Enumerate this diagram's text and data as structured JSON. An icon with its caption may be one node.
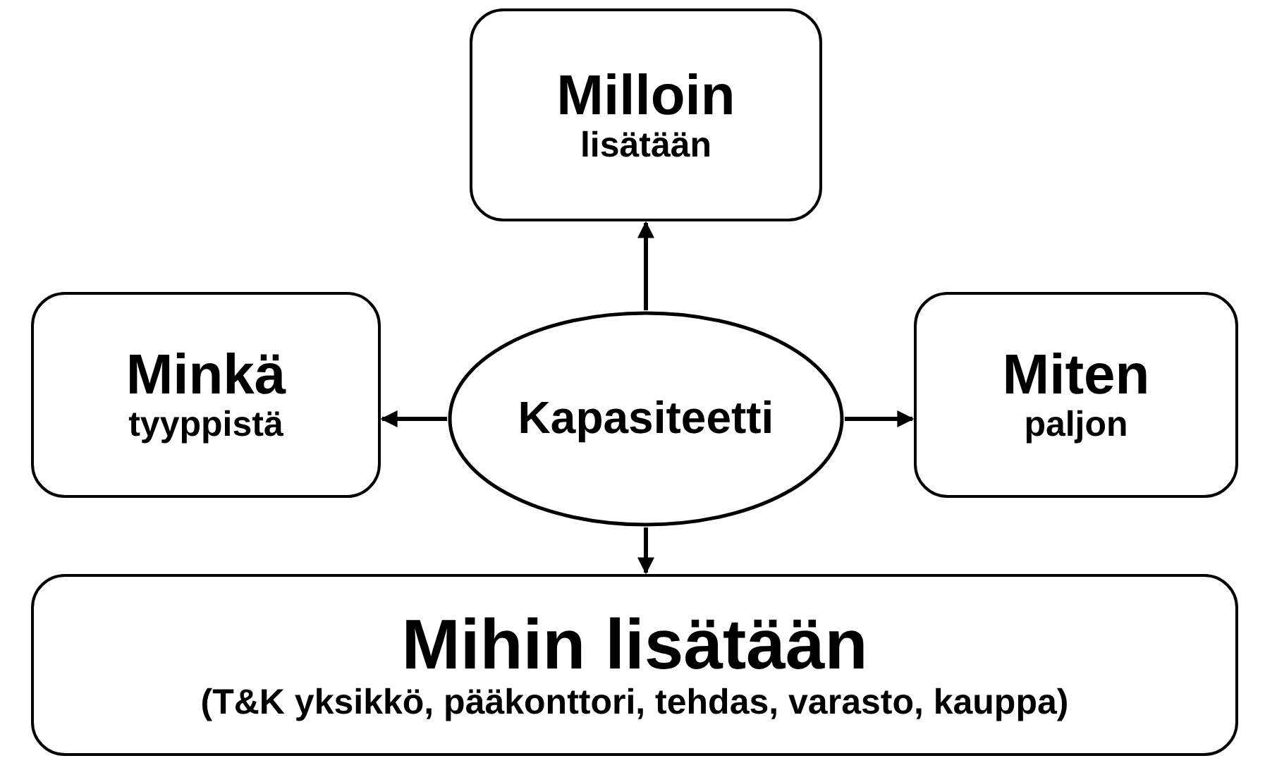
{
  "diagram": {
    "nodes": [
      {
        "text": [
          "Milloin",
          "lisätään"
        ]
      },
      {
        "text": [
          "Minkä",
          "tyyppistä"
        ]
      },
      {
        "text": [
          "Kapasiteetti"
        ]
      },
      {
        "text": [
          "Miten",
          "paljon"
        ]
      },
      {
        "text": [
          "Mihin lisätään",
          "(T&K yksikkö, pääkonttori, tehdas, varasto, kauppa)"
        ]
      }
    ],
    "edges": [
      {
        "from": 2,
        "to": 0,
        "arrow": "to"
      },
      {
        "from": 2,
        "to": 1,
        "arrow": "to"
      },
      {
        "from": 2,
        "to": 3,
        "arrow": "to"
      },
      {
        "from": 2,
        "to": 4,
        "arrow": "to"
      }
    ]
  }
}
